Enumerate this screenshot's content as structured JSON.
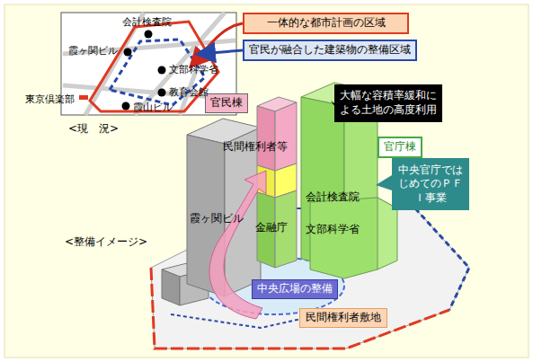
{
  "diagram": {
    "nodes": [
      {
        "text": [
          "一体的な都市計画の区域"
        ]
      },
      {
        "text": [
          "官民が融合した建築物の整備区域"
        ]
      },
      {
        "text": [
          "官民棟"
        ]
      },
      {
        "text": [
          "大幅な容積率緩和による土地の高度利用"
        ]
      },
      {
        "text": [
          "官庁棟"
        ]
      },
      {
        "text": [
          "中央官庁ではじめてのＰＦＩ事業"
        ]
      },
      {
        "text": [
          "中央広場の整備"
        ]
      },
      {
        "text": [
          "民間権利者敷地"
        ]
      }
    ],
    "labels": [
      "会計検査院",
      "霞ヶ関ビル",
      "文部科学省",
      "教育会館",
      "東京倶楽部",
      "霞山ビル",
      "<現　況>",
      "<整備イメージ>",
      "霞ヶ関ビル",
      "民間権利者等",
      "金融庁",
      "会計検査院",
      "文部科学省"
    ]
  }
}
